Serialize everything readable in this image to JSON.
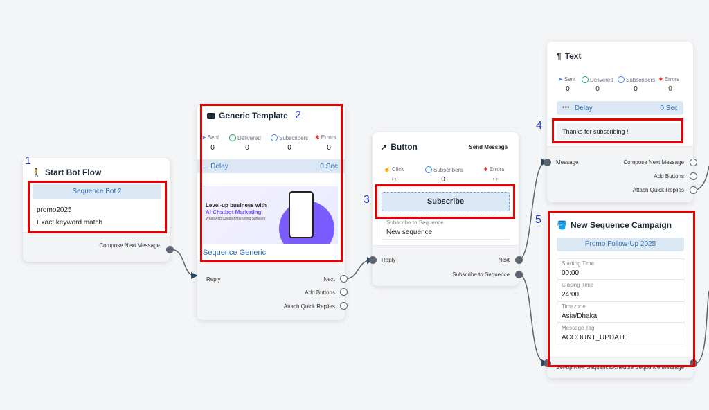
{
  "labels": {
    "n1": "1",
    "n2": "2",
    "n3": "3",
    "n4": "4",
    "n5": "5"
  },
  "start": {
    "title": "Start Bot Flow",
    "sequence": "Sequence Bot 2",
    "keyword": "promo2025",
    "match": "Exact keyword match",
    "output": "Compose Next Message"
  },
  "generic": {
    "title": "Generic Template",
    "stats": [
      {
        "label": "Sent",
        "value": "0"
      },
      {
        "label": "Delivered",
        "value": "0"
      },
      {
        "label": "Subscribers",
        "value": "0"
      },
      {
        "label": "Errors",
        "value": "0"
      }
    ],
    "delay": "... Delay",
    "delay_value": "0 Sec",
    "preview": {
      "headline1": "Level-up business with",
      "headline2": "AI Chatbot Marketing",
      "sub": "WhatsApp Chatbot Marketing Software"
    },
    "caption": "Sequence Generic",
    "reply": "Reply",
    "next": "Next",
    "add_buttons": "Add Buttons",
    "quick": "Attach Quick Replies"
  },
  "button": {
    "title": "Button",
    "send": "Send Message",
    "stats": [
      {
        "label": "Click",
        "value": "0"
      },
      {
        "label": "Subscribers",
        "value": "0"
      },
      {
        "label": "Errors",
        "value": "0"
      }
    ],
    "subscribe": "Subscribe",
    "field_label": "Subscribe to Sequence",
    "field_value": "New sequence",
    "reply": "Reply",
    "next": "Next",
    "sub_seq": "Subscribe to Sequence"
  },
  "text": {
    "title": "Text",
    "stats": [
      {
        "label": "Sent",
        "value": "0"
      },
      {
        "label": "Delivered",
        "value": "0"
      },
      {
        "label": "Subscribers",
        "value": "0"
      },
      {
        "label": "Errors",
        "value": "0"
      }
    ],
    "delay": "Delay",
    "delay_value": "0 Sec",
    "message": "Thanks for subscribing !",
    "in": "Message",
    "compose": "Compose Next Message",
    "add_buttons": "Add Buttons",
    "quick": "Attach Quick Replies"
  },
  "campaign": {
    "title": "New Sequence Campaign",
    "name": "Promo Follow-Up 2025",
    "fields": [
      {
        "label": "Starting Time",
        "value": "00:00"
      },
      {
        "label": "Closing Time",
        "value": "24:00"
      },
      {
        "label": "Timezone",
        "value": "Asia/Dhaka"
      },
      {
        "label": "Message Tag",
        "value": "ACCOUNT_UPDATE"
      }
    ],
    "footer_left": "Set-up New Sequence",
    "footer_right": "Schedule Sequence Message"
  },
  "colors": {
    "accent": "#2f6fb5",
    "highlight": "#e60000",
    "number": "#1f39c9",
    "wire": "#5c6470"
  }
}
